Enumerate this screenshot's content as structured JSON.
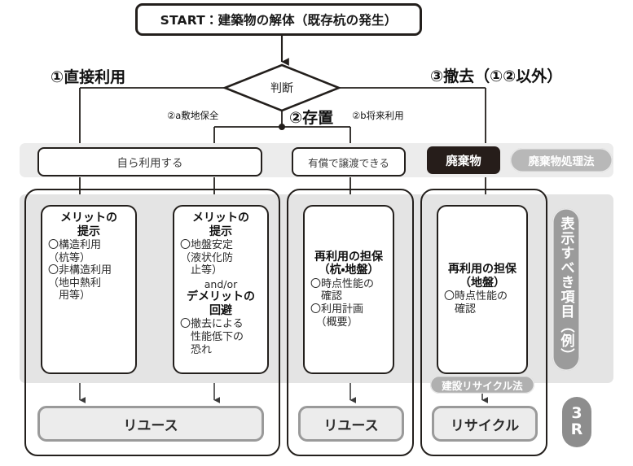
{
  "start": {
    "label": "START：建築物の解体（既存杭の発生）"
  },
  "decision": {
    "label": "判断"
  },
  "branches": {
    "left_main": "①直接利用",
    "right_main": "③撤去（①②以外）",
    "center_main": "②存置",
    "center_left_sub": "②a敷地保全",
    "center_right_sub": "②b将来利用"
  },
  "row2": {
    "self_use": "自ら利用する",
    "paid_transfer": "有償で譲渡できる",
    "waste": "廃棄物",
    "waste_law": "廃棄物処理法"
  },
  "cards": [
    {
      "title": "メリットの\n提示",
      "body": "〇構造利用\n（杭等）\n〇非構造利用\n（地中熱利\n　用等）"
    },
    {
      "title": "メリットの\n提示",
      "body": "〇地盤安定\n（液状化防\n　止等）",
      "conjunction": "and/or",
      "title2": "デメリットの\n回避",
      "body2": "〇撤去による\n　性能低下の\n　恐れ"
    },
    {
      "title": "再利用の担保\n（杭・地盤）",
      "body": "〇時点性能の\n　確認\n〇利用計画\n　（概要）"
    },
    {
      "title": "再利用の担保\n（地盤）",
      "body": "〇時点性能の\n　確認"
    }
  ],
  "construction_recycle_law": "建設リサイクル法",
  "results": {
    "reuse_1": "リユース",
    "reuse_2": "リユース",
    "recycle": "リサイクル"
  },
  "side": {
    "vertical_label": "表示すべき項目（例）",
    "badge_line1": "3",
    "badge_line2": "R"
  },
  "colors": {
    "ink": "#231f1c",
    "waste_chip_bg": "#261d1a",
    "chip_gray": "#b8b8b8",
    "band_gray": "#e4e4e4",
    "pill_border": "#9a9a9a",
    "pill_bg": "#ececec",
    "side_gray": "#9b9b9b"
  }
}
